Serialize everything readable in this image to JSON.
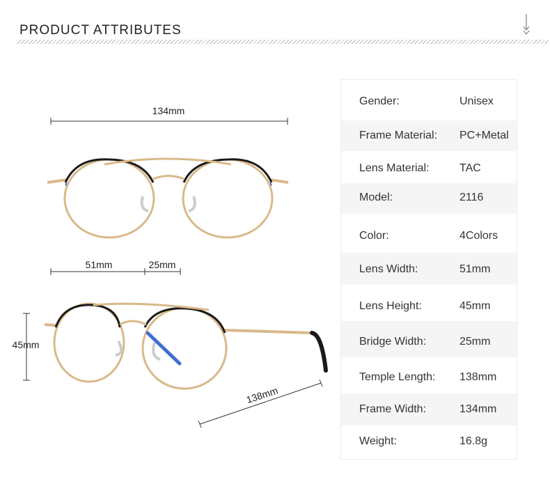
{
  "header": {
    "title": "PRODUCT ATTRIBUTES",
    "arrow_icon": "double-chevron-down-icon"
  },
  "dimensions": {
    "total_width": "134mm",
    "lens_width": "51mm",
    "bridge_width": "25mm",
    "lens_height": "45mm",
    "temple_length": "138mm"
  },
  "colors": {
    "frame_gold": "#d9b98a",
    "frame_black": "#1a1a1a",
    "temple_blue": "#3f6fd0"
  },
  "attributes": [
    {
      "label": "Gender:",
      "value": "Unisex"
    },
    {
      "label": "Frame Material:",
      "value": "PC+Metal"
    },
    {
      "label": "Lens Material:",
      "value": "TAC"
    },
    {
      "label": "Model:",
      "value": "2116"
    },
    {
      "label": "Color:",
      "value": "4Colors"
    },
    {
      "label": "Lens Width:",
      "value": "51mm"
    },
    {
      "label": "Lens Height:",
      "value": "45mm"
    },
    {
      "label": "Bridge Width:",
      "value": "25mm"
    },
    {
      "label": "Temple Length:",
      "value": "138mm"
    },
    {
      "label": "Frame Width:",
      "value": "134mm"
    },
    {
      "label": "Weight:",
      "value": "16.8g"
    }
  ]
}
